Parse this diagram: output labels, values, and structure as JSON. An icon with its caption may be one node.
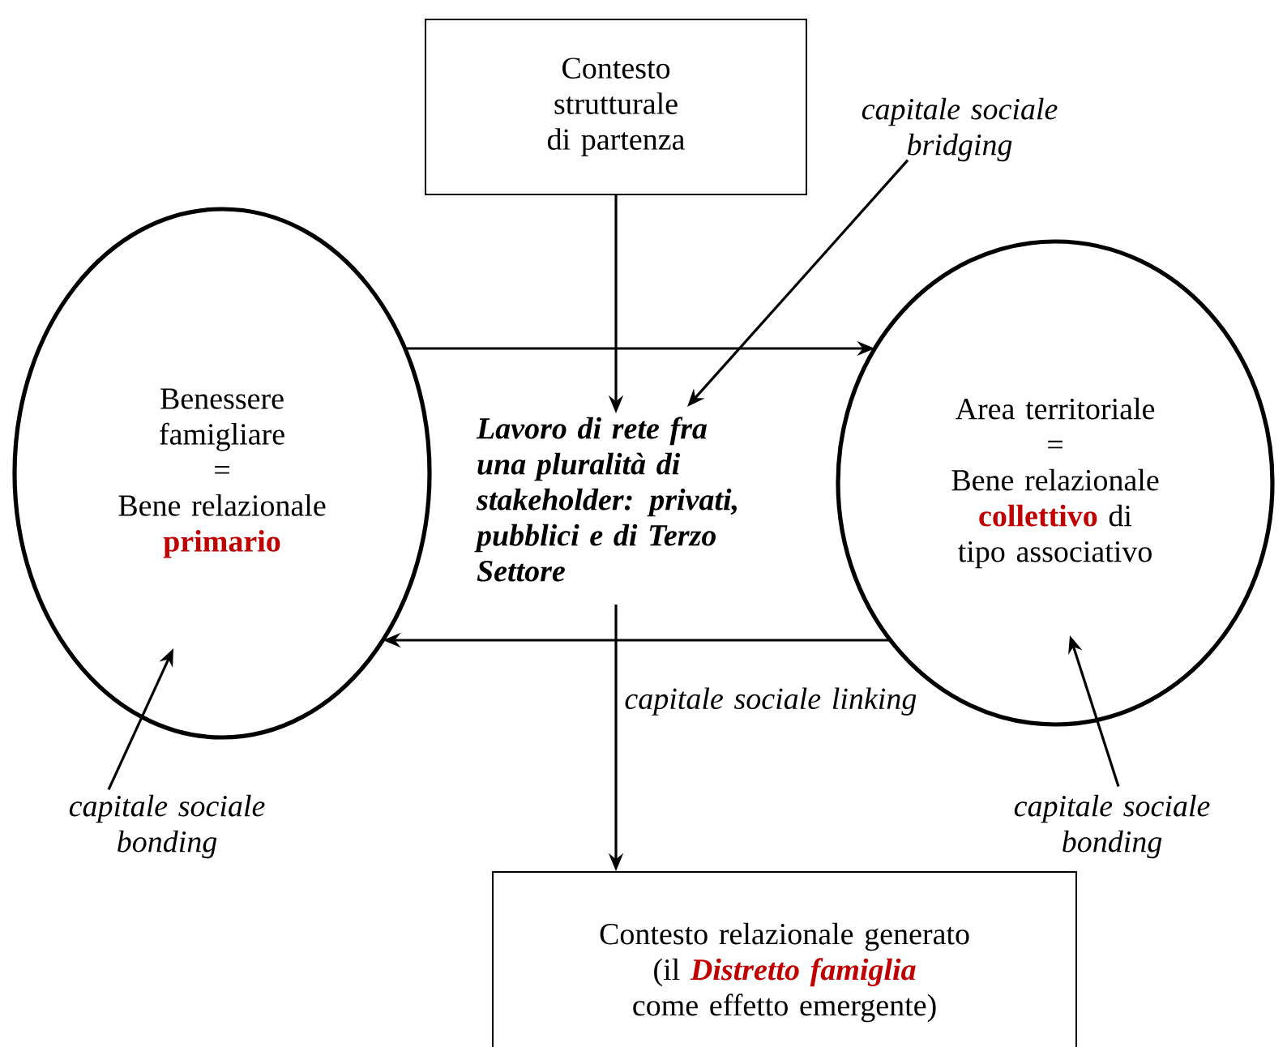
{
  "diagram": {
    "nodes": [
      {
        "text": [
          "Contesto strutturale di partenza"
        ]
      },
      {
        "text": [
          "capitale sociale bridging"
        ]
      },
      {
        "text": [
          "Benessere famigliare",
          "=",
          "Bene relazionale",
          "primario"
        ]
      },
      {
        "text": [
          "Lavoro di rete fra una pluralità di stakeholder: privati, pubblici e di Terzo Settore"
        ]
      },
      {
        "text": [
          "Area territoriale",
          "=",
          "Bene relazionale",
          "collettivo",
          "di tipo associativo"
        ]
      },
      {
        "text": [
          "capitale sociale bonding"
        ]
      },
      {
        "text": [
          "capitale sociale bonding"
        ]
      },
      {
        "text": [
          "Contesto relazionale generato",
          "(il",
          "Distretto famiglia",
          "come effetto emergente)"
        ]
      }
    ],
    "edges": [
      {
        "from": 0,
        "to": 3,
        "arrow": "to"
      },
      {
        "from": 1,
        "to": 3,
        "arrow": "to"
      },
      {
        "from": 2,
        "to": 4,
        "arrow": "to"
      },
      {
        "from": 4,
        "to": 2,
        "arrow": "to"
      },
      {
        "from": 3,
        "to": 7,
        "arrow": "to",
        "label": "capitale sociale linking"
      },
      {
        "from": 5,
        "to": 2,
        "arrow": "to"
      },
      {
        "from": 6,
        "to": 4,
        "arrow": "to"
      }
    ]
  }
}
